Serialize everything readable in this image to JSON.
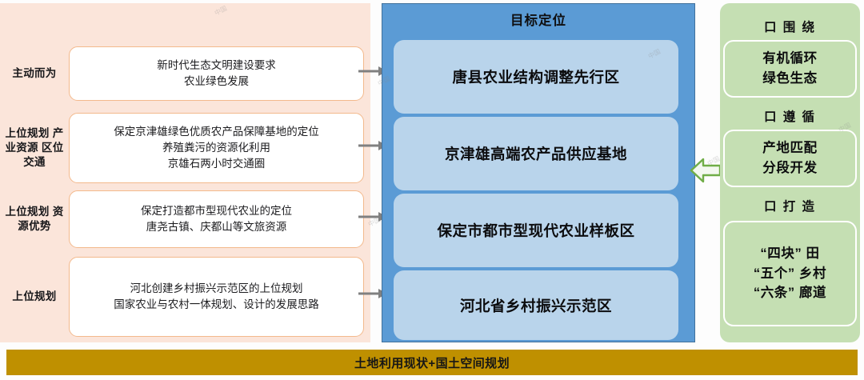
{
  "left_panel": {
    "rows": [
      {
        "label": "主动而为",
        "lines": [
          "新时代生态文明建设要求",
          "农业绿色发展"
        ]
      },
      {
        "label": "上位规划\n产业资源\n区位交通",
        "label_lines": [
          "上位规划",
          "产业资源",
          "区位交通"
        ],
        "lines": [
          "保定京津雄绿色优质农产品保障基地的定位",
          "养殖粪污的资源化利用",
          "京雄石两小时交通圈"
        ]
      },
      {
        "label_lines": [
          "上位规划",
          "资源优势"
        ],
        "lines": [
          "保定打造都市型现代农业的定位",
          "唐尧古镇、庆都山等文旅资源"
        ]
      },
      {
        "label_lines": [
          "上位规划"
        ],
        "lines": [
          "河北创建乡村振兴示范区的上位规划",
          "国家农业与农村一体规划、设计的发展思路"
        ]
      }
    ]
  },
  "center_panel": {
    "title": "目标定位",
    "boxes": [
      "唐县农业结构调整先行区",
      "京津雄高端农产品供应基地",
      "保定市都市型现代农业样板区",
      "河北省乡村振兴示范区"
    ]
  },
  "right_panel": {
    "groups": [
      {
        "heading": "口 围 绕",
        "lines": [
          "有机循环",
          "绿色生态"
        ]
      },
      {
        "heading": "口 遵 循",
        "lines": [
          "产地匹配",
          "分段开发"
        ]
      },
      {
        "heading": "口 打 造",
        "lines": [
          "“四块” 田",
          "“五个” 乡村",
          "“六条” 廊道"
        ]
      }
    ]
  },
  "bottom_bar": {
    "label": "土地利用现状+国土空间规划"
  },
  "colors": {
    "left_panel_bg": "#fbe5da",
    "left_box_border": "#f3b98c",
    "center_panel_bg": "#5b9bd5",
    "center_box_bg": "#b9d4eb",
    "right_panel_bg": "#c5dfb3",
    "bottom_bar_bg": "#bf9000",
    "connector_arrow": "#808080",
    "green_arrow_stroke": "#70ad47"
  }
}
